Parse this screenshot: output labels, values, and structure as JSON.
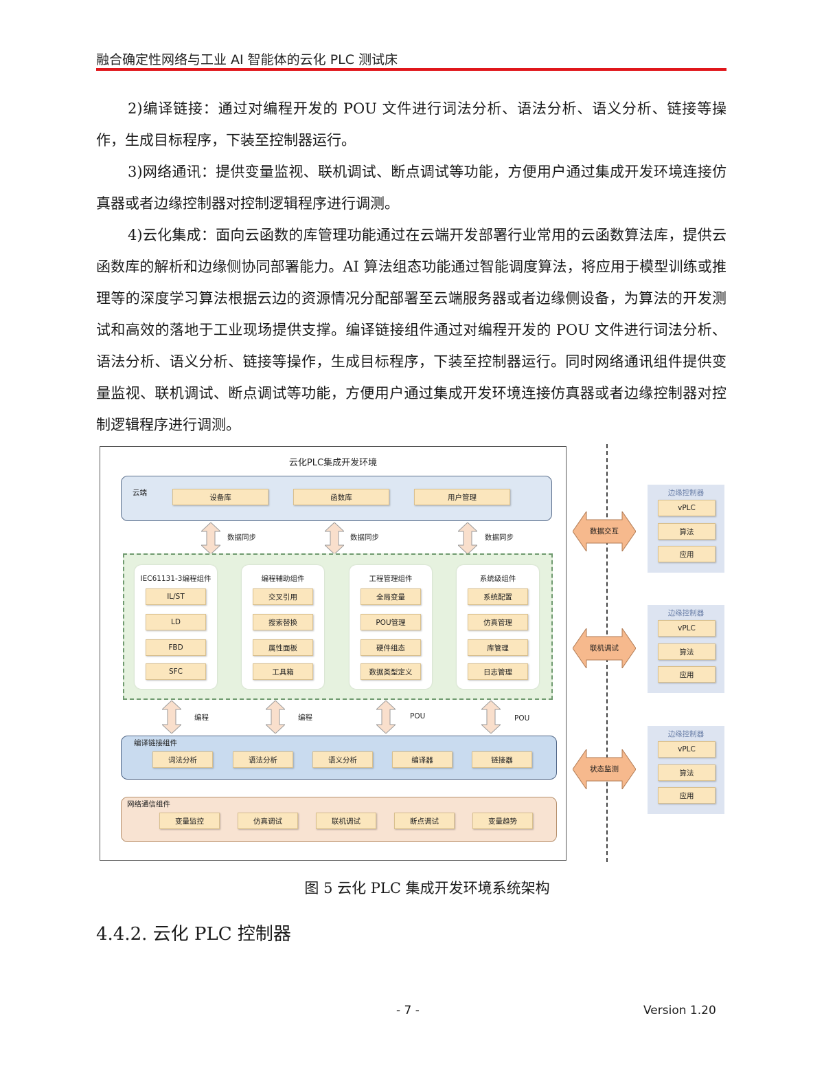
{
  "header": {
    "title": "融合确定性网络与工业 AI 智能体的云化 PLC 测试床"
  },
  "paragraphs": {
    "p1": "2)编译链接：通过对编程开发的 POU 文件进行词法分析、语法分析、语义分析、链接等操作，生成目标程序，下装至控制器运行。",
    "p2": "3)网络通讯：提供变量监视、联机调试、断点调试等功能，方便用户通过集成开发环境连接仿真器或者边缘控制器对控制逻辑程序进行调测。",
    "p3": "4)云化集成：面向云函数的库管理功能通过在云端开发部署行业常用的云函数算法库，提供云函数库的解析和边缘侧协同部署能力。AI 算法组态功能通过智能调度算法，将应用于模型训练或推理等的深度学习算法根据云边的资源情况分配部署至云端服务器或者边缘侧设备，为算法的开发测试和高效的落地于工业现场提供支撑。编译链接组件通过对编程开发的 POU 文件进行词法分析、语法分析、语义分析、链接等操作，生成目标程序，下装至控制器运行。同时网络通讯组件提供变量监视、联机调试、断点调试等功能，方便用户通过集成开发环境连接仿真器或者边缘控制器对控制逻辑程序进行调测。"
  },
  "diagram": {
    "title": "云化PLC集成开发环境",
    "cloud": {
      "label": "云端",
      "items": [
        "设备库",
        "函数库",
        "用户管理"
      ]
    },
    "sync_label": "数据同步",
    "groups": [
      {
        "title": "IEC61131-3编程组件",
        "items": [
          "IL/ST",
          "LD",
          "FBD",
          "SFC"
        ]
      },
      {
        "title": "编程辅助组件",
        "items": [
          "交叉引用",
          "搜索替换",
          "属性面板",
          "工具箱"
        ]
      },
      {
        "title": "工程管理组件",
        "items": [
          "全局变量",
          "POU管理",
          "硬件组态",
          "数据类型定义"
        ]
      },
      {
        "title": "系统级组件",
        "items": [
          "系统配置",
          "仿真管理",
          "库管理",
          "日志管理"
        ]
      }
    ],
    "link_labels": [
      "编程",
      "编程",
      "POU",
      "POU"
    ],
    "compile": {
      "label": "编译链接组件",
      "items": [
        "词法分析",
        "语法分析",
        "语义分析",
        "编译器",
        "链接器"
      ]
    },
    "network": {
      "label": "网络通信组件",
      "items": [
        "变量监控",
        "仿真调试",
        "联机调试",
        "断点调试",
        "变量趋势"
      ]
    },
    "side_arrows": [
      "数据交互",
      "联机调试",
      "状态监测"
    ],
    "edge": {
      "title": "边缘控制器",
      "items": [
        "vPLC",
        "算法",
        "应用"
      ]
    },
    "colors": {
      "cloud_fill": "#dde7f3",
      "group_fill": "#e6f2df",
      "compile_fill": "#c9dbef",
      "network_fill": "#f8e3d2",
      "button_fill": "#fbe6bd",
      "arrow_fill": "#f6b98d",
      "header_rule": "#e0161b"
    }
  },
  "caption": "图 5 云化 PLC 集成开发环境系统架构",
  "section_heading": "4.4.2. 云化 PLC 控制器",
  "footer": {
    "page": "- 7 -",
    "version": "Version 1.20"
  }
}
